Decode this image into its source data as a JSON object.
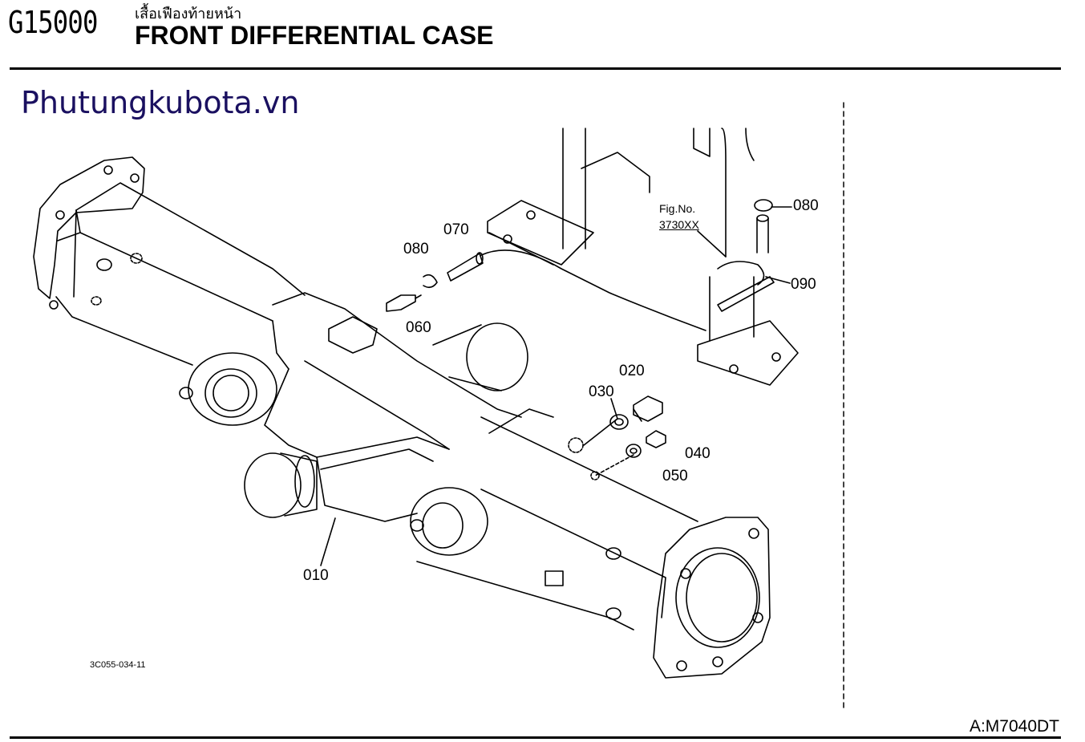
{
  "header": {
    "model_code": "G15000",
    "title_thai": "เสื้อเฟืองท้ายหน้า",
    "title_en": "FRONT DIFFERENTIAL CASE"
  },
  "watermark": "Phutungkubota.vn",
  "fig_ref": {
    "label": "Fig.No.",
    "number": "3730XX"
  },
  "callouts": {
    "p010": "010",
    "p020": "020",
    "p030": "030",
    "p040": "040",
    "p050": "050",
    "p060": "060",
    "p070": "070",
    "p080a": "080",
    "p080b": "080",
    "p090": "090"
  },
  "drawing_code": "3C055-034-11",
  "page_code": "A:M7040DT"
}
